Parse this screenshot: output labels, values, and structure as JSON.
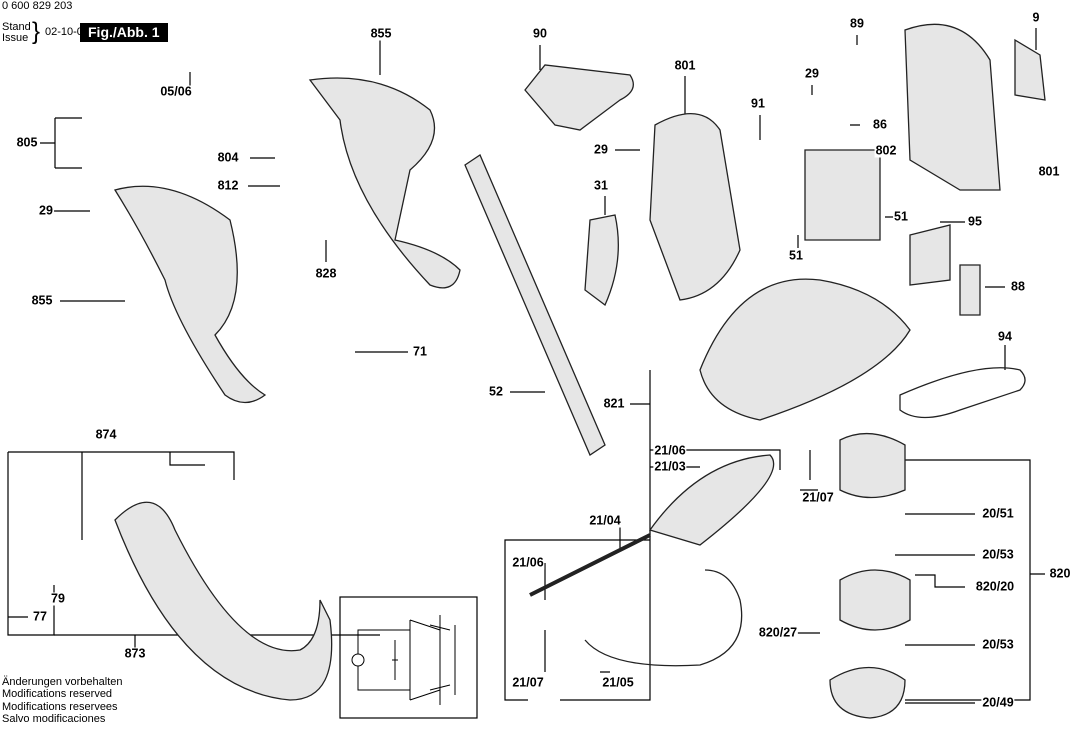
{
  "header": {
    "document_number": "0 600 829 203",
    "stand_label": "Stand",
    "issue_label": "Issue",
    "date": "02-10-09",
    "figure": "Fig./Abb. 1"
  },
  "footer": {
    "notes": [
      "Änderungen vorbehalten",
      "Modifications reserved",
      "Modifications reservees",
      "Salvo modificaciones"
    ]
  },
  "part_labels": [
    "855",
    "90",
    "801",
    "89",
    "9",
    "05/06",
    "805",
    "29",
    "91",
    "86",
    "29",
    "802",
    "804",
    "812",
    "801",
    "31",
    "29",
    "51",
    "95",
    "828",
    "51",
    "88",
    "855",
    "94",
    "71",
    "52",
    "821",
    "874",
    "21/06",
    "21/03",
    "21/07",
    "21/04",
    "20/51",
    "21/06",
    "20/53",
    "820",
    "820/20",
    "79",
    "77",
    "820/27",
    "20/53",
    "873",
    "21/07",
    "21/05",
    "20/49"
  ]
}
